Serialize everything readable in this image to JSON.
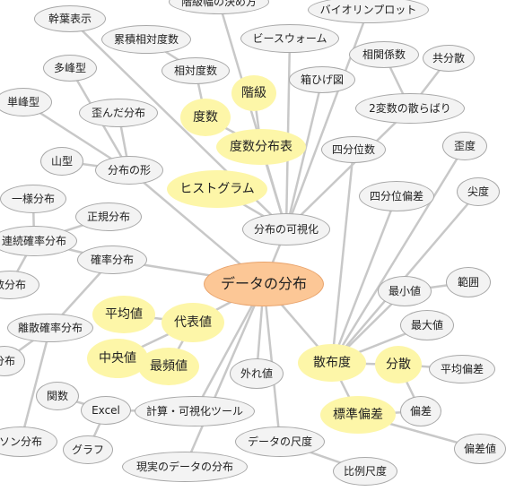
{
  "colors": {
    "edge": "#c8c8c8",
    "center_fill": "#fcc796",
    "highlight_fill": "#fdf6a8",
    "node_fill": "#f3f3f3",
    "node_border": "#a8a8a8"
  },
  "nodes": [
    {
      "id": "center",
      "label": "データの分布",
      "kind": "center"
    },
    {
      "id": "kanyo",
      "label": "幹葉表示",
      "kind": "gray"
    },
    {
      "id": "kaikyuhaba",
      "label": "階級幅の決め方",
      "kind": "gray"
    },
    {
      "id": "violin",
      "label": "バイオリンプロット",
      "kind": "gray"
    },
    {
      "id": "ruiseki",
      "label": "累積相対度数",
      "kind": "gray"
    },
    {
      "id": "beeswarm",
      "label": "ビースウォーム",
      "kind": "gray"
    },
    {
      "id": "tahou",
      "label": "多峰型",
      "kind": "gray"
    },
    {
      "id": "soutai",
      "label": "相対度数",
      "kind": "gray"
    },
    {
      "id": "soukan",
      "label": "相関係数",
      "kind": "gray"
    },
    {
      "id": "kyobunsan",
      "label": "共分散",
      "kind": "gray"
    },
    {
      "id": "hakohige",
      "label": "箱ひげ図",
      "kind": "gray"
    },
    {
      "id": "kaikyu",
      "label": "階級",
      "kind": "yellow"
    },
    {
      "id": "tanhou",
      "label": "単峰型",
      "kind": "gray"
    },
    {
      "id": "yuganda",
      "label": "歪んだ分布",
      "kind": "gray"
    },
    {
      "id": "dosu",
      "label": "度数",
      "kind": "yellow"
    },
    {
      "id": "nihensu",
      "label": "2変数の散らばり",
      "kind": "gray"
    },
    {
      "id": "dosuhyo",
      "label": "度数分布表",
      "kind": "yellow"
    },
    {
      "id": "shibuni",
      "label": "四分位数",
      "kind": "gray"
    },
    {
      "id": "waido",
      "label": "歪度",
      "kind": "gray"
    },
    {
      "id": "yamagata",
      "label": "山型",
      "kind": "gray"
    },
    {
      "id": "katachi",
      "label": "分布の形",
      "kind": "gray"
    },
    {
      "id": "histogram",
      "label": "ヒストグラム",
      "kind": "yellow"
    },
    {
      "id": "shibunihensa",
      "label": "四分位偏差",
      "kind": "gray"
    },
    {
      "id": "sendo",
      "label": "尖度",
      "kind": "gray"
    },
    {
      "id": "ichiyou",
      "label": "一様分布",
      "kind": "gray"
    },
    {
      "id": "seiki",
      "label": "正規分布",
      "kind": "gray"
    },
    {
      "id": "kashika",
      "label": "分布の可視化",
      "kind": "gray"
    },
    {
      "id": "renzoku",
      "label": "連続確率分布",
      "kind": "gray"
    },
    {
      "id": "kakuritsu",
      "label": "確率分布",
      "kind": "gray"
    },
    {
      "id": "sufu",
      "label": "数分布",
      "kind": "gray"
    },
    {
      "id": "hanni",
      "label": "範囲",
      "kind": "gray"
    },
    {
      "id": "saisho",
      "label": "最小値",
      "kind": "gray"
    },
    {
      "id": "heikinchi",
      "label": "平均値",
      "kind": "yellow"
    },
    {
      "id": "daihyo",
      "label": "代表値",
      "kind": "yellow"
    },
    {
      "id": "saidai",
      "label": "最大値",
      "kind": "gray"
    },
    {
      "id": "risan",
      "label": "離散確率分布",
      "kind": "gray"
    },
    {
      "id": "bunpu_left",
      "label": "分布",
      "kind": "gray"
    },
    {
      "id": "chuo",
      "label": "中央値",
      "kind": "yellow"
    },
    {
      "id": "saihin",
      "label": "最頻値",
      "kind": "yellow"
    },
    {
      "id": "hazure",
      "label": "外れ値",
      "kind": "gray"
    },
    {
      "id": "sanpu",
      "label": "散布度",
      "kind": "yellow"
    },
    {
      "id": "bunsan",
      "label": "分散",
      "kind": "yellow"
    },
    {
      "id": "heikinhensa",
      "label": "平均偏差",
      "kind": "gray"
    },
    {
      "id": "kansu",
      "label": "関数",
      "kind": "gray"
    },
    {
      "id": "excel",
      "label": "Excel",
      "kind": "gray"
    },
    {
      "id": "keisan",
      "label": "計算・可視化ツール",
      "kind": "gray"
    },
    {
      "id": "hyojun",
      "label": "標準偏差",
      "kind": "yellow"
    },
    {
      "id": "hensa",
      "label": "偏差",
      "kind": "gray"
    },
    {
      "id": "poisson",
      "label": "ソン分布",
      "kind": "gray"
    },
    {
      "id": "graph",
      "label": "グラフ",
      "kind": "gray"
    },
    {
      "id": "shakudo",
      "label": "データの尺度",
      "kind": "gray"
    },
    {
      "id": "hensachi",
      "label": "偏差値",
      "kind": "gray"
    },
    {
      "id": "genjitsu",
      "label": "現実のデータの分布",
      "kind": "gray"
    },
    {
      "id": "hirei",
      "label": "比例尺度",
      "kind": "gray"
    }
  ],
  "links": [
    [
      "center",
      "kashika"
    ],
    [
      "center",
      "katachi"
    ],
    [
      "center",
      "kakuritsu"
    ],
    [
      "center",
      "daihyo"
    ],
    [
      "center",
      "hazure"
    ],
    [
      "center",
      "sanpu"
    ],
    [
      "center",
      "keisan"
    ],
    [
      "center",
      "shakudo"
    ],
    [
      "center",
      "genjitsu"
    ],
    [
      "kashika",
      "histogram"
    ],
    [
      "kashika",
      "dosuhyo"
    ],
    [
      "kashika",
      "hakohige"
    ],
    [
      "kashika",
      "beeswarm"
    ],
    [
      "kashika",
      "violin"
    ],
    [
      "kashika",
      "kaikyuhaba"
    ],
    [
      "kashika",
      "kanyo"
    ],
    [
      "kashika",
      "nihensu"
    ],
    [
      "dosuhyo",
      "dosu"
    ],
    [
      "dosuhyo",
      "kaikyu"
    ],
    [
      "dosu",
      "soutai"
    ],
    [
      "soutai",
      "ruiseki"
    ],
    [
      "nihensu",
      "soukan"
    ],
    [
      "nihensu",
      "kyobunsan"
    ],
    [
      "katachi",
      "yamagata"
    ],
    [
      "katachi",
      "yuganda"
    ],
    [
      "katachi",
      "tahou"
    ],
    [
      "katachi",
      "tanhou"
    ],
    [
      "kakuritsu",
      "renzoku"
    ],
    [
      "kakuritsu",
      "risan"
    ],
    [
      "renzoku",
      "ichiyou"
    ],
    [
      "renzoku",
      "seiki"
    ],
    [
      "renzoku",
      "sufu"
    ],
    [
      "risan",
      "bunpu_left"
    ],
    [
      "risan",
      "poisson"
    ],
    [
      "daihyo",
      "heikinchi"
    ],
    [
      "daihyo",
      "chuo"
    ],
    [
      "daihyo",
      "saihin"
    ],
    [
      "sanpu",
      "bunsan"
    ],
    [
      "sanpu",
      "hyojun"
    ],
    [
      "sanpu",
      "shibuni"
    ],
    [
      "sanpu",
      "shibunihensa"
    ],
    [
      "sanpu",
      "saisho"
    ],
    [
      "sanpu",
      "saidai"
    ],
    [
      "sanpu",
      "waido"
    ],
    [
      "sanpu",
      "sendo"
    ],
    [
      "saisho",
      "hanni"
    ],
    [
      "bunsan",
      "heikinhensa"
    ],
    [
      "bunsan",
      "hensa"
    ],
    [
      "hyojun",
      "hensa"
    ],
    [
      "hyojun",
      "hensachi"
    ],
    [
      "keisan",
      "excel"
    ],
    [
      "excel",
      "kansu"
    ],
    [
      "excel",
      "graph"
    ],
    [
      "shakudo",
      "hirei"
    ]
  ]
}
